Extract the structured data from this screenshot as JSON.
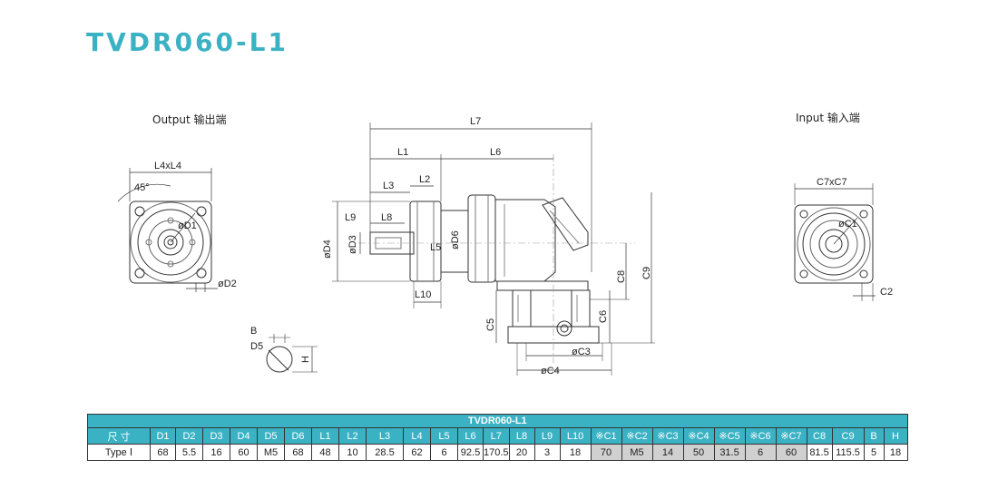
{
  "title": "TVDR060-L1",
  "views": {
    "output_label": "Output  输出端",
    "input_label": "Input  输入端"
  },
  "dims": {
    "L4xL4": "L4xL4",
    "angle": "45°",
    "D1": "øD1",
    "D2": "øD2",
    "L7": "L7",
    "L1": "L1",
    "L6": "L6",
    "L3": "L3",
    "L2": "L2",
    "L9": "L9",
    "L8": "L8",
    "D3": "øD3",
    "D4": "øD4",
    "L5": "L5",
    "D6": "øD6",
    "L10": "L10",
    "C8": "C8",
    "C9": "C9",
    "C5": "C5",
    "C6": "C6",
    "C3": "øC3",
    "C4": "øC4",
    "C7xC7": "C7xC7",
    "C1": "øC1",
    "C2": "C2",
    "B": "B",
    "D5": "D5",
    "H": "H"
  },
  "table": {
    "title": "TVDR060-L1",
    "header_label": "尺 寸",
    "columns": [
      "D1",
      "D2",
      "D3",
      "D4",
      "D5",
      "D6",
      "L1",
      "L2",
      "L3",
      "L4",
      "L5",
      "L6",
      "L7",
      "L8",
      "L9",
      "L10",
      "※C1",
      "※C2",
      "※C3",
      "※C4",
      "※C5",
      "※C6",
      "※C7",
      "C8",
      "C9",
      "B",
      "H"
    ],
    "rows": [
      {
        "label": "Type Ⅰ",
        "values": [
          "68",
          "5.5",
          "16",
          "60",
          "M5",
          "68",
          "48",
          "10",
          "28.5",
          "62",
          "6",
          "92.5",
          "170.5",
          "20",
          "3",
          "18",
          "70",
          "M5",
          "14",
          "50",
          "31.5",
          "6",
          "60",
          "81.5",
          "115.5",
          "5",
          "18"
        ]
      }
    ],
    "gray_columns": [
      "※C1",
      "※C2",
      "※C3",
      "※C4",
      "※C5",
      "※C6",
      "※C7"
    ],
    "accent_color": "#3bb2c4"
  }
}
